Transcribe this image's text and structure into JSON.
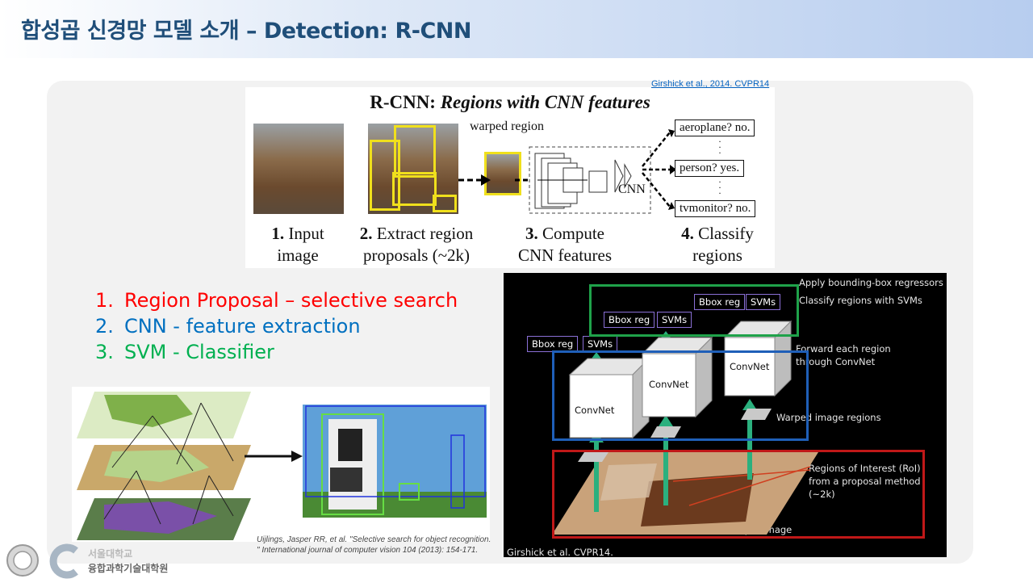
{
  "header": {
    "title": "합성곱 신경망 모델 소개 – Detection: R-CNN"
  },
  "citation_top": "Girshick et al., 2014. CVPR14",
  "rcnn_figure": {
    "title_prefix": "R-CNN: ",
    "title_italic": "Regions with CNN features",
    "warped_label": "warped region",
    "cnn_label": "CNN",
    "classes": [
      "aeroplane? no.",
      "person? yes.",
      "tvmonitor? no."
    ],
    "steps": [
      {
        "num": "1.",
        "line1": " Input",
        "line2": "image"
      },
      {
        "num": "2.",
        "line1": " Extract region",
        "line2": "proposals (~2k)"
      },
      {
        "num": "3.",
        "line1": " Compute",
        "line2": "CNN features"
      },
      {
        "num": "4.",
        "line1": " Classify",
        "line2": "regions"
      }
    ]
  },
  "list": [
    {
      "num": "1.",
      "text": "Region Proposal – selective search",
      "color": "#ff0000"
    },
    {
      "num": "2.",
      "text": "CNN - feature extraction",
      "color": "#0070c0"
    },
    {
      "num": "3.",
      "text": "SVM - Classifier",
      "color": "#00b050"
    }
  ],
  "selective_search_citation": {
    "line1": "Uijlings, Jasper RR, et al. \"Selective search for object recognition.",
    "line2": "\" International journal of computer vision 104 (2013): 154-171."
  },
  "pipeline_figure": {
    "apply_text": "Apply bounding-box regressors",
    "classify_text": "Classify regions with SVMs",
    "forward_text_1": "Forward each region",
    "forward_text_2": "through ConvNet",
    "warped_text": "Warped image regions",
    "roi_text_1": "Regions of Interest (RoI)",
    "roi_text_2": "from a proposal method",
    "roi_text_3": "(~2k)",
    "input_text": "Input image",
    "footer": "Girshick et al. CVPR14.",
    "bbox_label": "Bbox reg",
    "svms_label": "SVMs",
    "convnet_label": "ConvNet"
  },
  "logo": {
    "line1": "서울대학교",
    "line2": "융합과학기술대학원"
  }
}
